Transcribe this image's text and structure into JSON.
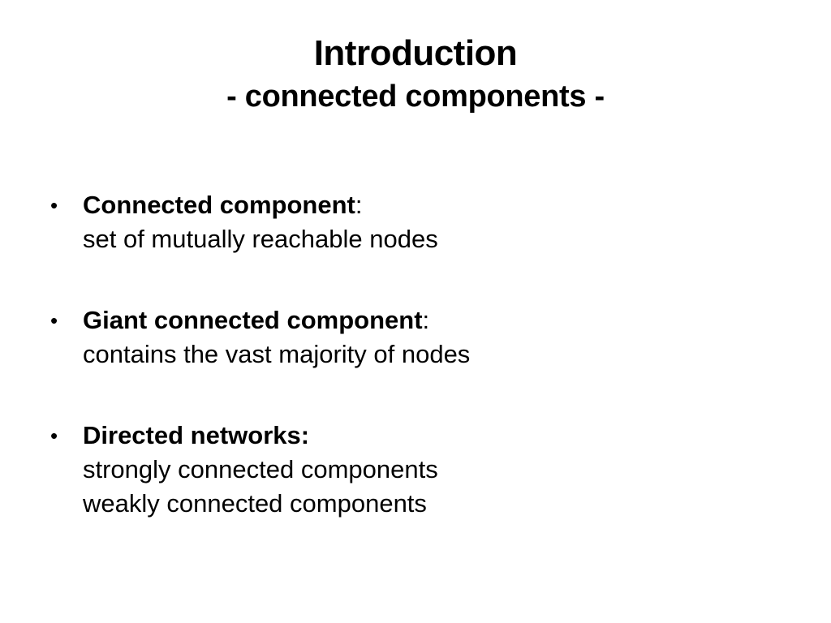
{
  "slide": {
    "title": "Introduction",
    "subtitle": "- connected components -",
    "bullets": [
      {
        "heading": "Connected component",
        "suffix": ":",
        "lines": [
          "set of mutually reachable nodes"
        ]
      },
      {
        "heading": "Giant connected component",
        "suffix": ":",
        "lines": [
          "contains the vast majority of nodes"
        ]
      },
      {
        "heading": "Directed networks:",
        "suffix": "",
        "lines": [
          "strongly connected components",
          "weakly connected components"
        ]
      }
    ],
    "bullet_symbol": "•"
  }
}
